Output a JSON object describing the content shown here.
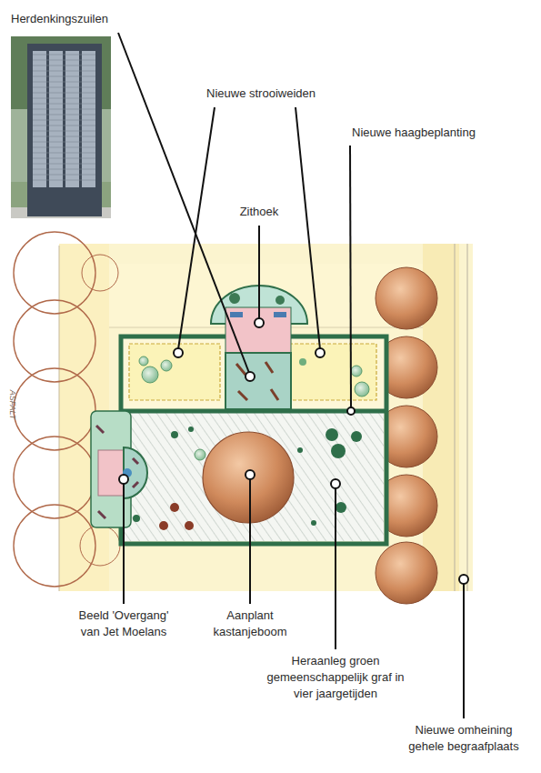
{
  "diagram": {
    "labels": [
      "Herdenkingszuilen",
      "Nieuwe strooiweiden",
      "Nieuwe haagbeplanting",
      "Zithoek",
      "Beeld 'Overgang' van Jet Moelans",
      "Aanplant kastanjeboom",
      "Heraanleg groen gemeenschappelijk graf in vier jaargetijden",
      "Nieuwe omheining gehele begraafplaats",
      "ASFALT"
    ]
  }
}
